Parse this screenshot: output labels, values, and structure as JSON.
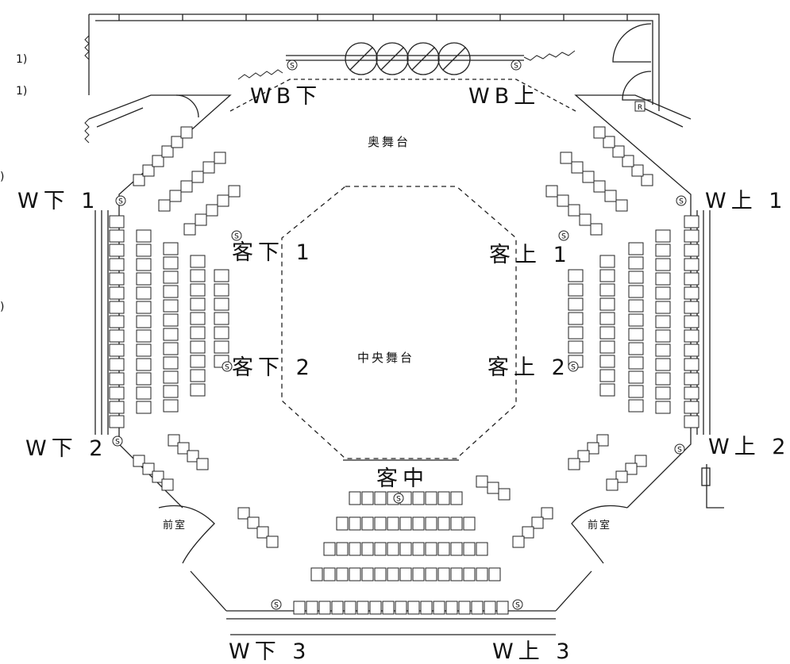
{
  "stages": {
    "back": "奥舞台",
    "center": "中央舞台"
  },
  "zones": {
    "wb_lower": "WB下",
    "wb_upper": "WB上",
    "w_lower_1": "W下 1",
    "w_upper_1": "W上 1",
    "w_lower_2": "W下 2",
    "w_upper_2": "W上 2",
    "w_lower_3": "W下 3",
    "w_upper_3": "W上 3",
    "audience_lower_1": "客下 1",
    "audience_upper_1": "客上 1",
    "audience_lower_2": "客下 2",
    "audience_upper_2": "客上 2",
    "audience_center": "客中",
    "anteroom_left": "前室",
    "anteroom_right": "前室"
  },
  "margin_fragments": [
    "1)",
    "1)",
    ")",
    ")"
  ],
  "icons": {
    "s_marker": "S",
    "r_marker": "R"
  },
  "colors": {
    "line": "#222222",
    "seat_fill": "#ffffff",
    "background": "#ffffff"
  }
}
